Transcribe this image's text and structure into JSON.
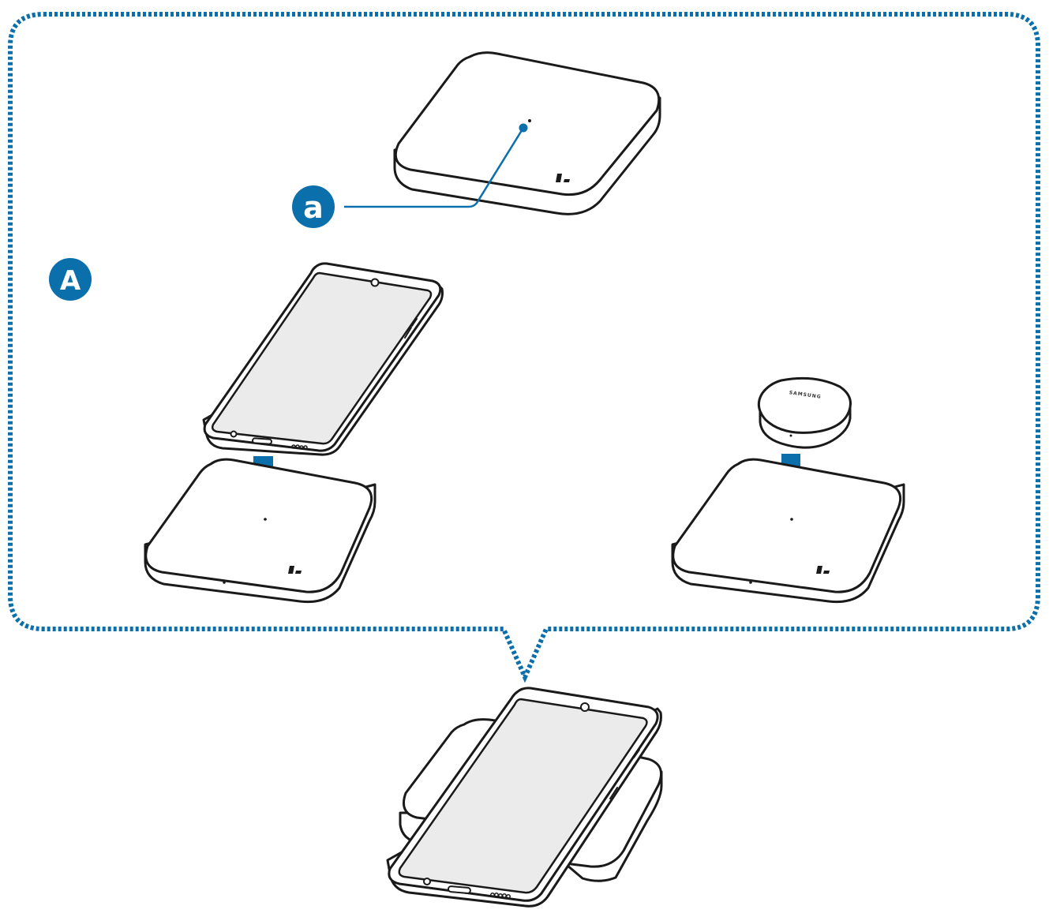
{
  "labels": {
    "callout_letter": "a",
    "zone_letter": "A",
    "buds_brand": "SAMSUNG"
  },
  "colors": {
    "accent": "#0a6faa",
    "outline": "#1a1a1a",
    "screen": "#ebebeb"
  },
  "icons": {
    "arrow": "down-arrow-icon",
    "callout": "callout-badge-icon",
    "zone": "zone-badge-icon"
  }
}
